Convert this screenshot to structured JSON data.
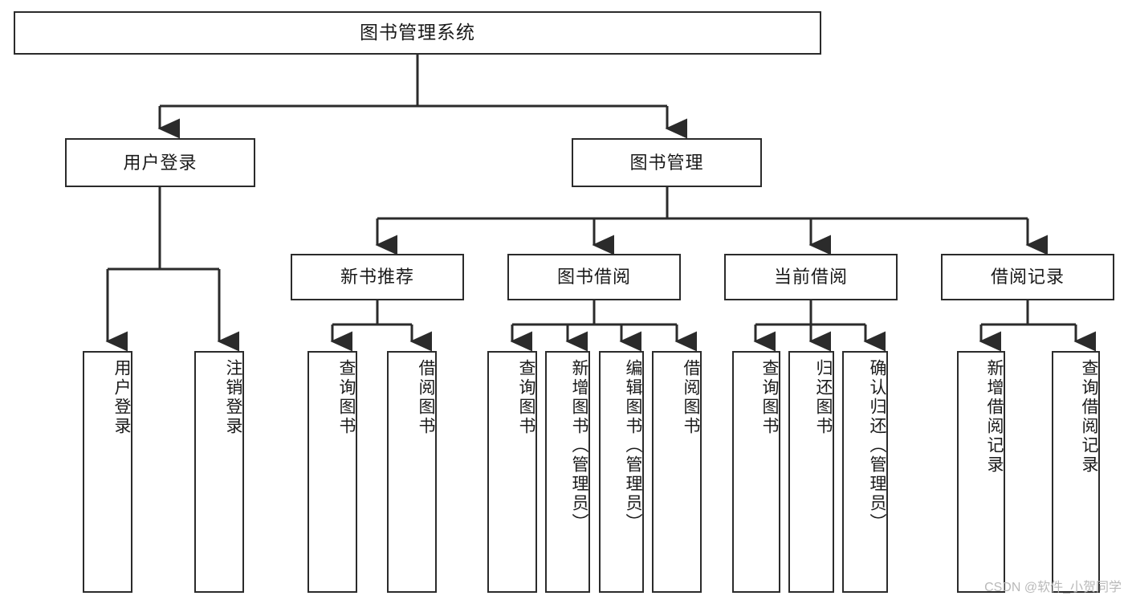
{
  "diagram": {
    "type": "tree-flowchart",
    "title": "图书管理系统",
    "colors": {
      "box_border": "#2b2b2b",
      "box_fill": "#ffffff",
      "line": "#2b2b2b",
      "text": "#1a1a1a",
      "watermark": "#b9b9b9",
      "background": "#ffffff"
    },
    "root": {
      "label": "图书管理系统"
    },
    "level2": [
      {
        "label": "用户登录"
      },
      {
        "label": "图书管理"
      }
    ],
    "level3": [
      {
        "label": "新书推荐"
      },
      {
        "label": "图书借阅"
      },
      {
        "label": "当前借阅"
      },
      {
        "label": "借阅记录"
      }
    ],
    "leaves": {
      "user_login": [
        {
          "label": "用户登录"
        },
        {
          "label": "注销登录"
        }
      ],
      "new_book": [
        {
          "label": "查询图书"
        },
        {
          "label": "借阅图书"
        }
      ],
      "book_borrow": [
        {
          "label": "查询图书"
        },
        {
          "label": "新增图书（管理员）"
        },
        {
          "label": "编辑图书（管理员）"
        },
        {
          "label": "借阅图书"
        }
      ],
      "current_borrow": [
        {
          "label": "查询图书"
        },
        {
          "label": "归还图书"
        },
        {
          "label": "确认归还（管理员）"
        }
      ],
      "borrow_record": [
        {
          "label": "新增借阅记录"
        },
        {
          "label": "查询借阅记录"
        }
      ]
    }
  },
  "watermark": {
    "text": "CSDN @软件_小贺同学"
  }
}
